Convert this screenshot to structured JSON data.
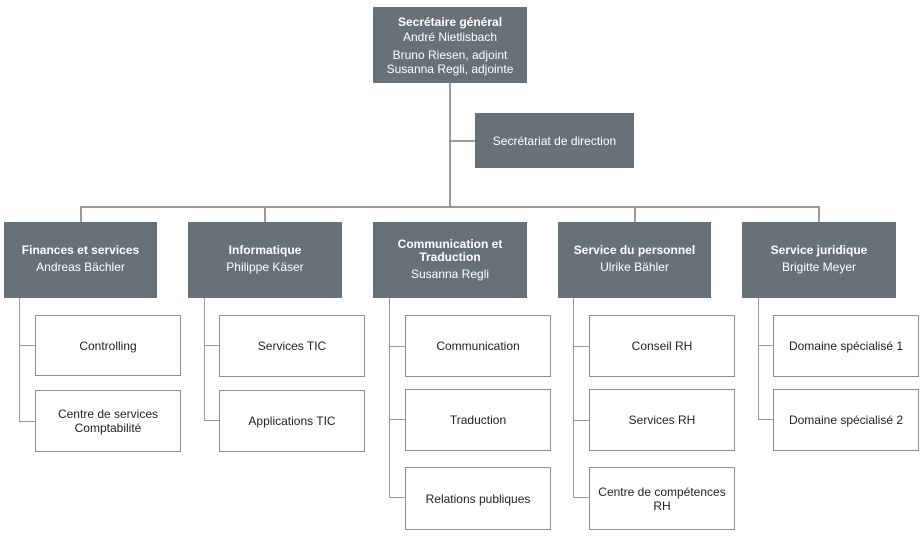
{
  "top": {
    "title": "Secrétaire général",
    "name": "André Nietlisbach",
    "deputy1": "Bruno Riesen, adjoint",
    "deputy2": "Susanna Regli, adjointe"
  },
  "staff": {
    "label": "Secrétariat de direction"
  },
  "departments": [
    {
      "title": "Finances et services",
      "head": "Andreas Bächler",
      "units": [
        "Controlling",
        "Centre de services Comptabilité"
      ]
    },
    {
      "title": "Informatique",
      "head": "Philippe Käser",
      "units": [
        "Services TIC",
        "Applications TIC"
      ]
    },
    {
      "title": "Communication et Traduction",
      "head": "Susanna Regli",
      "units": [
        "Communication",
        "Traduction",
        "Relations publiques"
      ]
    },
    {
      "title": "Service du personnel",
      "head": "Ulrike Bähler",
      "units": [
        "Conseil RH",
        "Services RH",
        "Centre de compétences RH"
      ]
    },
    {
      "title": "Service juridique",
      "head": "Brigitte Meyer",
      "units": [
        "Domaine spécialisé 1",
        "Domaine spécialisé 2"
      ]
    }
  ],
  "colors": {
    "box_fill": "#667278",
    "connector": "#9a9a9a",
    "unit_border": "#8e8e8e"
  }
}
